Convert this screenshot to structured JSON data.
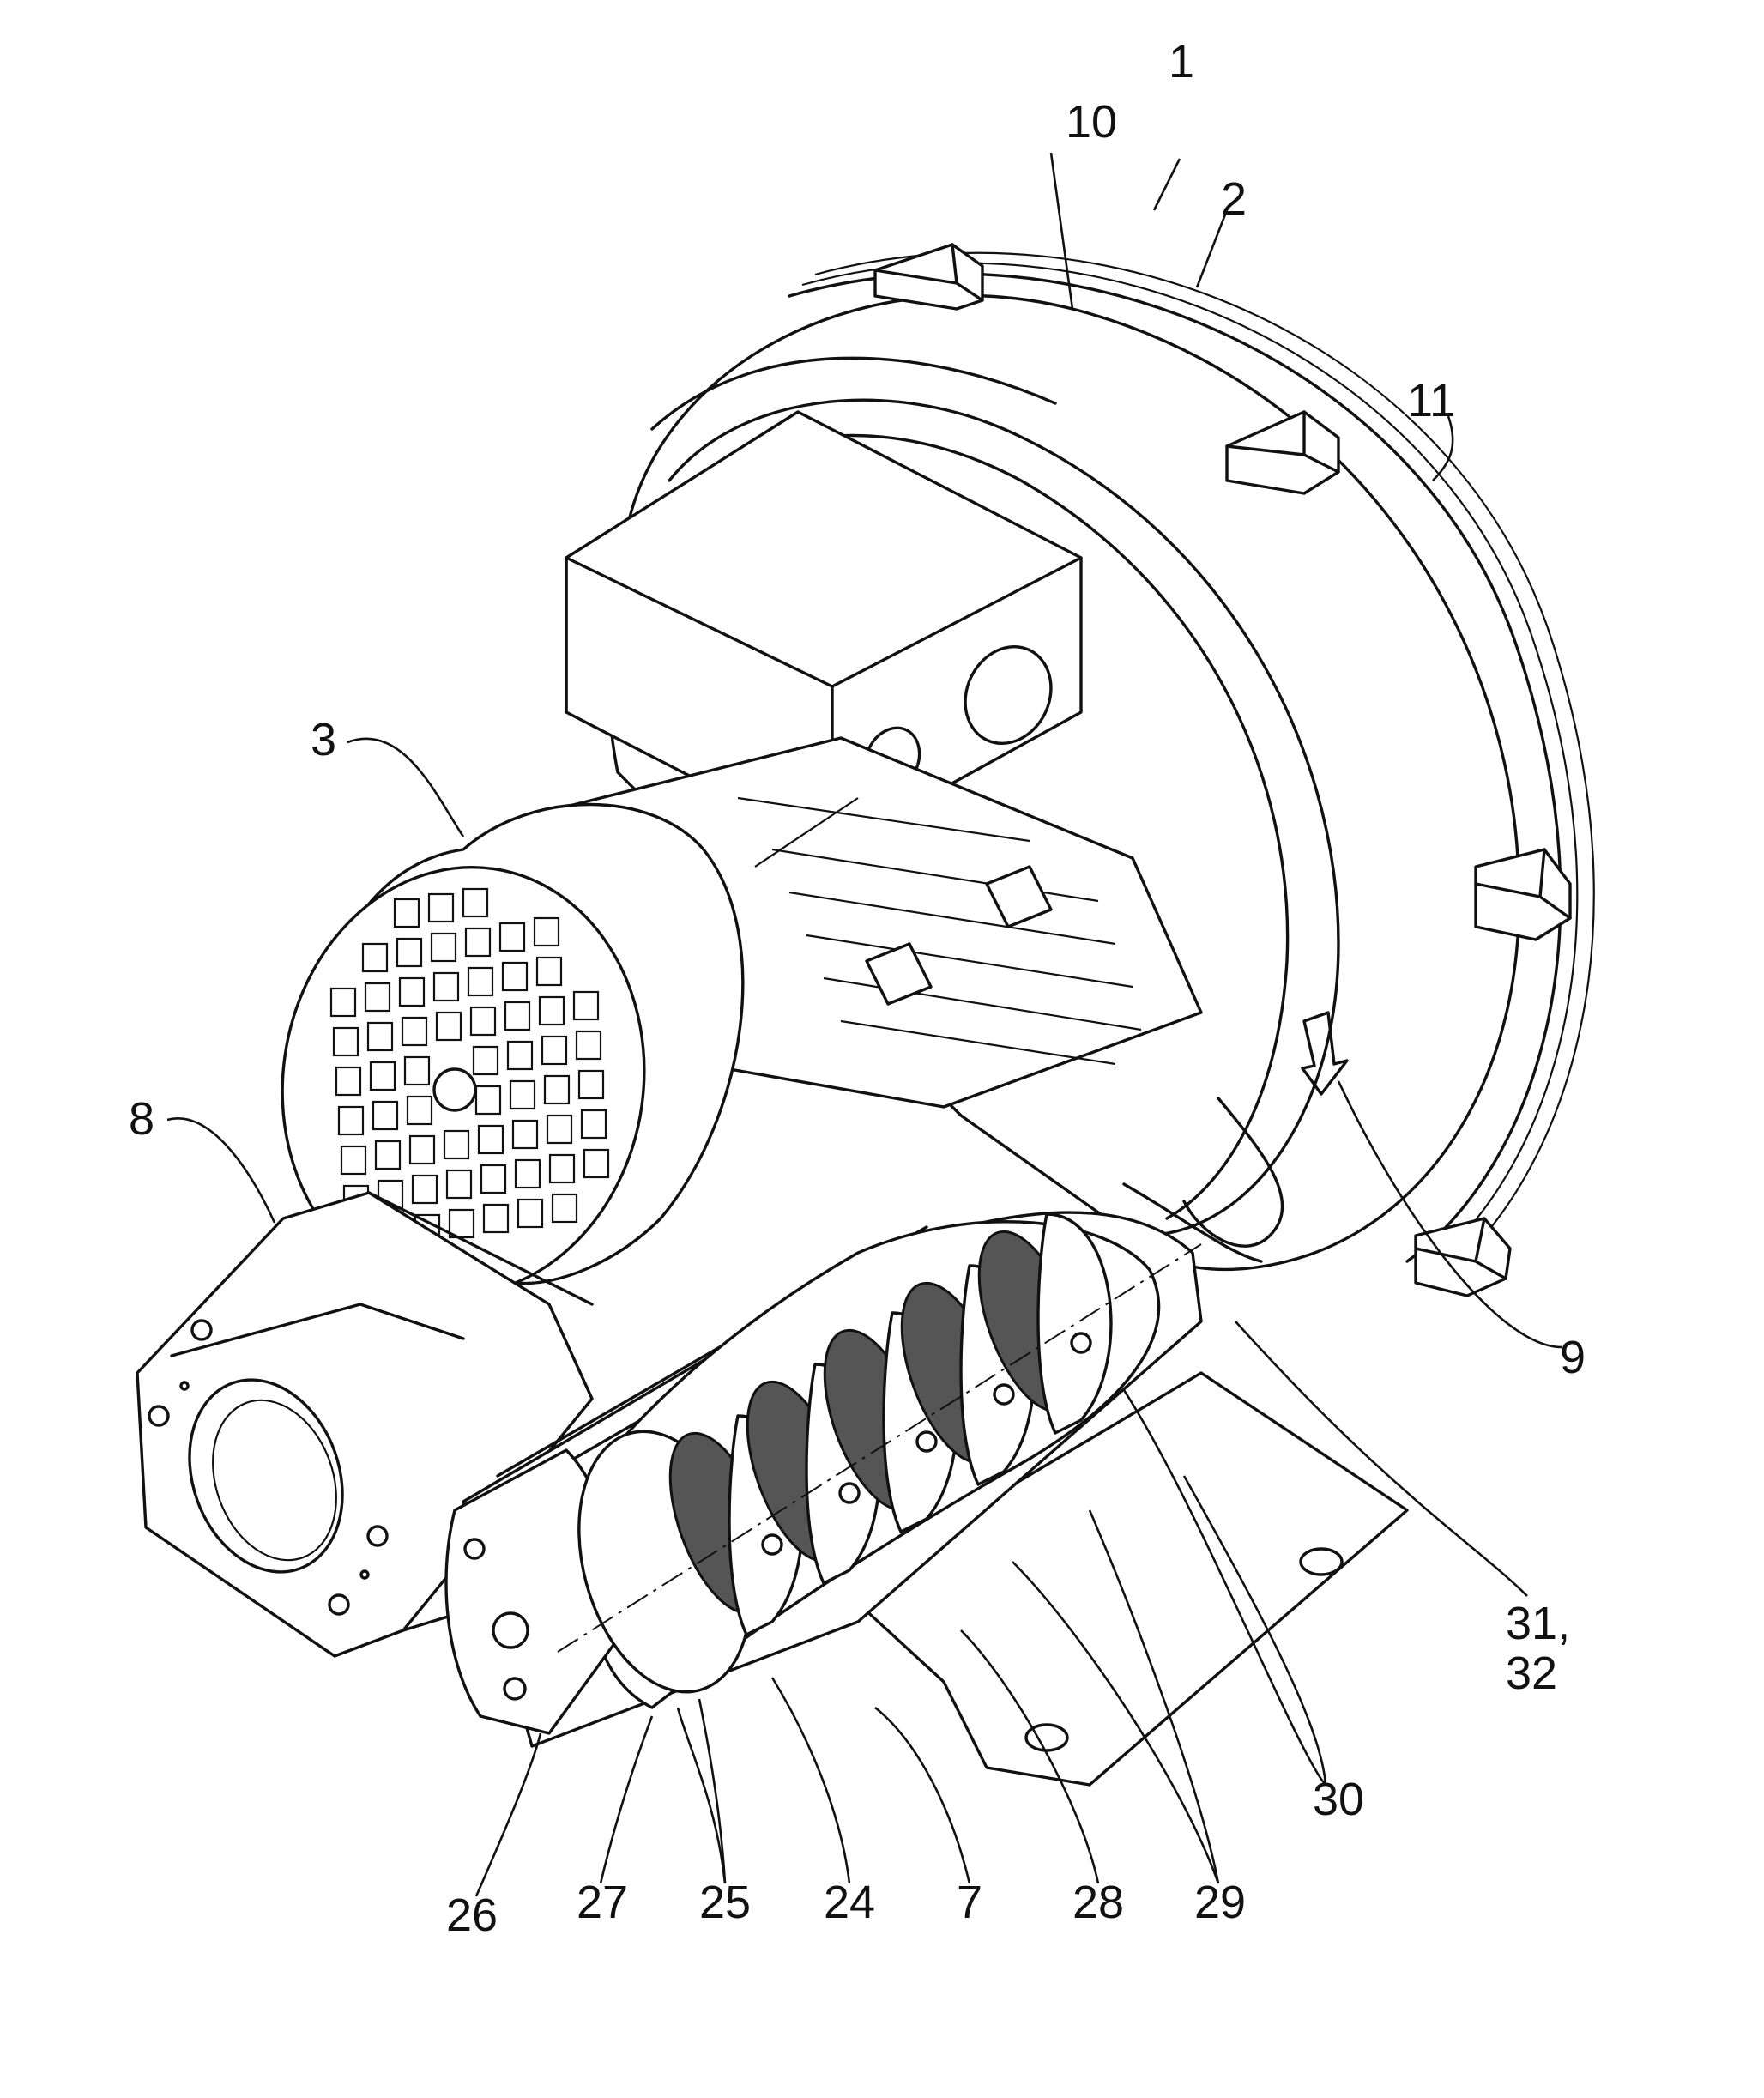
{
  "labels": {
    "blower": "1",
    "housing": "2",
    "motor": "3",
    "silencer_body": "7",
    "connection_flange": "8",
    "rotation_arrow": "9",
    "housing_cover": "10",
    "housing_rim": "11",
    "insert_tube_end": "24",
    "mesh_wrap": "25",
    "end_cap": "26",
    "inner_tube": "27",
    "disc": "28",
    "discs": "29",
    "bolts": "30",
    "axis_line": "31,",
    "axis_line_2": "32"
  },
  "colors": {
    "line": "#111111",
    "background": "#ffffff"
  }
}
